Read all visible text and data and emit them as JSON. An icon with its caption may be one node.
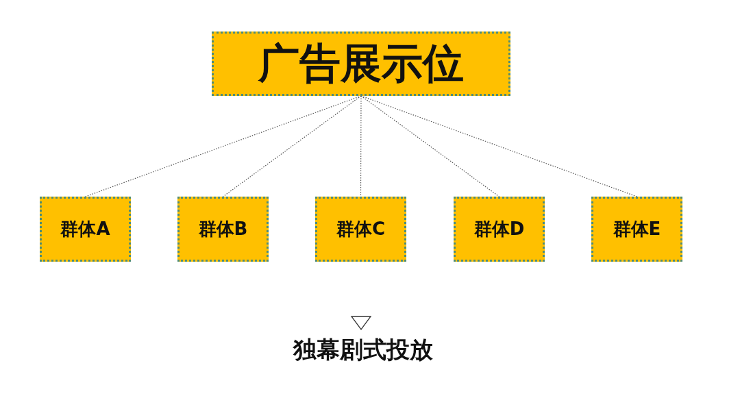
{
  "diagram": {
    "caption": "独幕剧式投放",
    "nodes": [
      {
        "text": [
          "广告展示位"
        ]
      },
      {
        "text": [
          "群体A"
        ]
      },
      {
        "text": [
          "群体B"
        ]
      },
      {
        "text": [
          "群体C"
        ]
      },
      {
        "text": [
          "群体D"
        ]
      },
      {
        "text": [
          "群体E"
        ]
      }
    ],
    "edges": [
      {
        "from": 0,
        "to": 1,
        "arrow": "none"
      },
      {
        "from": 0,
        "to": 2,
        "arrow": "none"
      },
      {
        "from": 0,
        "to": 3,
        "arrow": "none"
      },
      {
        "from": 0,
        "to": 4,
        "arrow": "none"
      },
      {
        "from": 0,
        "to": 5,
        "arrow": "none"
      }
    ]
  }
}
